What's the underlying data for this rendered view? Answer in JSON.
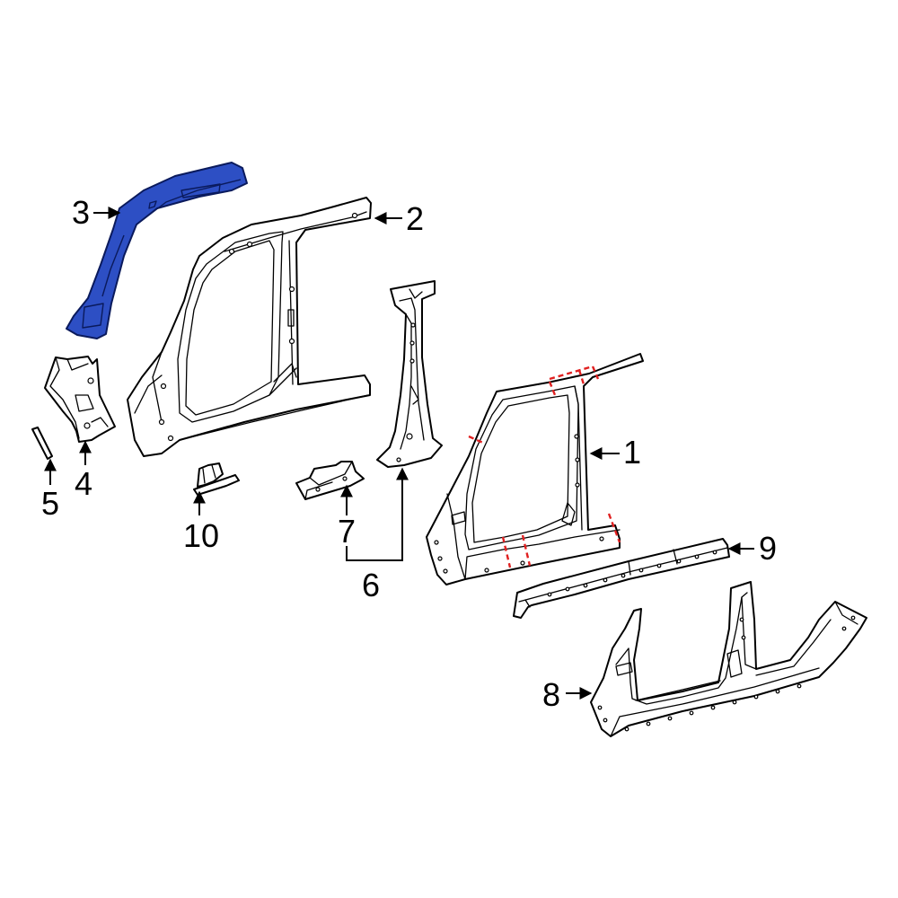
{
  "colors": {
    "highlight": "#2d4fc4",
    "cut_line": "#e02020",
    "line": "#000000",
    "background": "#ffffff"
  },
  "callouts": {
    "c1": "1",
    "c2": "2",
    "c3": "3",
    "c4": "4",
    "c5": "5",
    "c6": "6",
    "c7": "7",
    "c8": "8",
    "c9": "9",
    "c10": "10"
  }
}
